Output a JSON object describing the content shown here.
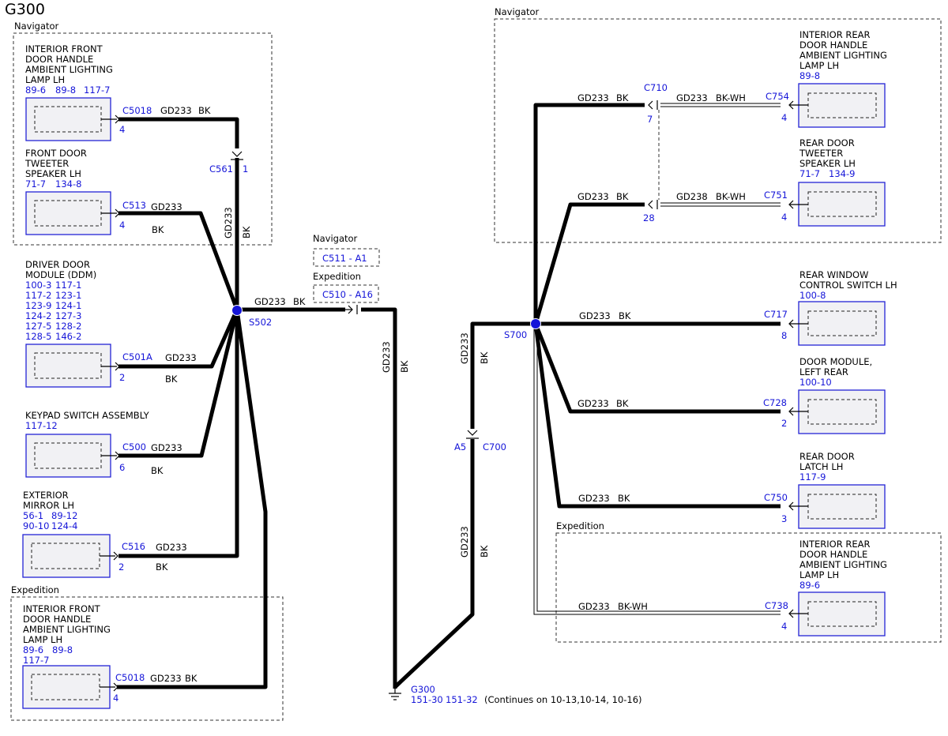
{
  "page_title": "G300",
  "variants": {
    "navigator": "Navigator",
    "expedition": "Expedition"
  },
  "components": {
    "int_front_handle_nav": {
      "name": [
        "INTERIOR FRONT",
        "DOOR HANDLE",
        "AMBIENT LIGHTING",
        "LAMP LH"
      ],
      "refs": [
        "89-6",
        "89-8",
        "117-7"
      ],
      "connector": "C5018",
      "pin": "4"
    },
    "front_tweeter": {
      "name": [
        "FRONT DOOR",
        "TWEETER",
        "SPEAKER LH"
      ],
      "refs": [
        "71-7",
        "134-8"
      ],
      "connector": "C513",
      "pin": "4"
    },
    "ddm": {
      "name": [
        "DRIVER DOOR",
        "MODULE (DDM)"
      ],
      "refs": [
        "100-3",
        "117-1",
        "117-2",
        "123-1",
        "123-9",
        "124-1",
        "124-2",
        "127-3",
        "127-5",
        "128-2",
        "128-5",
        "146-2"
      ],
      "connector": "C501A",
      "pin": "2"
    },
    "keypad": {
      "name": [
        "KEYPAD SWITCH ASSEMBLY"
      ],
      "refs": [
        "117-12"
      ],
      "connector": "C500",
      "pin": "6"
    },
    "mirror": {
      "name": [
        "EXTERIOR",
        "MIRROR LH"
      ],
      "refs": [
        "56-1",
        "89-12",
        "90-10",
        "124-4"
      ],
      "connector": "C516",
      "pin": "2"
    },
    "int_front_handle_exp": {
      "name": [
        "INTERIOR FRONT",
        "DOOR HANDLE",
        "AMBIENT LIGHTING",
        "LAMP LH"
      ],
      "refs": [
        "89-6",
        "89-8",
        "117-7"
      ],
      "connector": "C5018",
      "pin": "4"
    },
    "int_rear_handle_nav": {
      "name": [
        "INTERIOR REAR",
        "DOOR HANDLE",
        "AMBIENT LIGHTING",
        "LAMP LH"
      ],
      "refs": [
        "89-8"
      ],
      "connector": "C754",
      "pin": "4"
    },
    "rear_tweeter": {
      "name": [
        "REAR DOOR",
        "TWEETER",
        "SPEAKER LH"
      ],
      "refs": [
        "71-7",
        "134-9"
      ],
      "connector": "C751",
      "pin": "4"
    },
    "rear_window_switch": {
      "name": [
        "REAR WINDOW",
        "CONTROL SWITCH LH"
      ],
      "refs": [
        "100-8"
      ],
      "connector": "C717",
      "pin": "8"
    },
    "door_module_lr": {
      "name": [
        "DOOR MODULE,",
        "LEFT REAR"
      ],
      "refs": [
        "100-10"
      ],
      "connector": "C728",
      "pin": "2"
    },
    "rear_latch": {
      "name": [
        "REAR DOOR",
        "LATCH LH"
      ],
      "refs": [
        "117-9"
      ],
      "connector": "C750",
      "pin": "3"
    },
    "int_rear_handle_exp": {
      "name": [
        "INTERIOR REAR",
        "DOOR HANDLE",
        "AMBIENT LIGHTING",
        "LAMP LH"
      ],
      "refs": [
        "89-6"
      ],
      "connector": "C738",
      "pin": "4"
    }
  },
  "inline_connectors": {
    "c561": {
      "name": "C561",
      "pin": "1"
    },
    "c710": {
      "name": "C710",
      "pin_top": "7",
      "pin_bottom": "28"
    },
    "c700": {
      "name": "C700",
      "pin": "A5"
    },
    "nav_inline": "C511 - A1",
    "exp_inline": "C510 - A16"
  },
  "splices": {
    "s502": "S502",
    "s700": "S700"
  },
  "wires": {
    "gd233": "GD233",
    "gd238": "GD238",
    "bk": "BK",
    "bk_wh": "BK-WH"
  },
  "ground": {
    "name": "G300",
    "refs": [
      "151-30",
      "151-32"
    ],
    "note": "(Continues on 10-13,10-14, 10-16)"
  },
  "colors": {
    "reference_blue": "#1515d8",
    "wire": "#000000",
    "component_fill": "#f1f1f4"
  }
}
